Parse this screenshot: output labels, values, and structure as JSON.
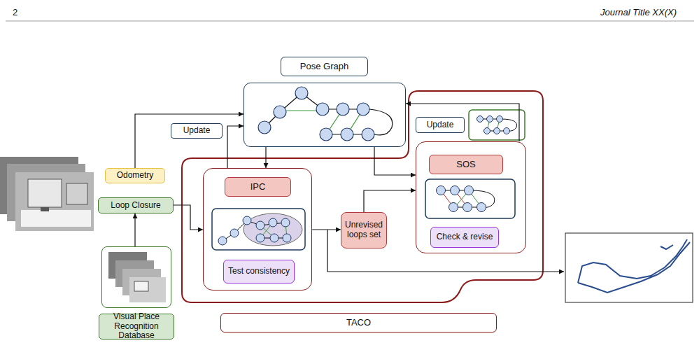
{
  "diagram": {
    "nodes": [
      {
        "text": [
          "Pose Graph"
        ]
      },
      {
        "text": [
          "Update"
        ]
      },
      {
        "text": [
          "Odometry"
        ]
      },
      {
        "text": [
          "Loop Closure"
        ]
      },
      {
        "text": [
          "Visual Place Recognition Database"
        ]
      },
      {
        "text": [
          "TACO"
        ]
      },
      {
        "text": [
          "Update"
        ],
        "in": 5
      },
      {
        "text": [
          "IPC"
        ],
        "in": 5
      },
      {
        "text": [
          "Test consistency"
        ],
        "in": 7
      },
      {
        "text": [
          "Unrevised loops set"
        ],
        "in": 5
      },
      {
        "text": [
          "SOS"
        ],
        "in": 5
      },
      {
        "text": [
          "Check & revise"
        ],
        "in": 10
      }
    ],
    "edges": [
      {
        "from": 4,
        "to": 3,
        "arrow": "to"
      },
      {
        "from": 2,
        "to": 0,
        "arrow": "to"
      },
      {
        "from": 3,
        "to": 7,
        "arrow": "to"
      },
      {
        "from": 7,
        "to": 0,
        "arrow": "to"
      },
      {
        "from": 0,
        "to": 7,
        "arrow": "to"
      },
      {
        "from": 7,
        "to": 9,
        "arrow": "to"
      },
      {
        "from": 0,
        "to": 10,
        "arrow": "to"
      },
      {
        "from": 9,
        "to": 10,
        "arrow": "to"
      },
      {
        "from": 10,
        "to": 0,
        "arrow": "to"
      }
    ],
    "labels": [
      "2",
      "Journal Title XX(X)"
    ]
  }
}
